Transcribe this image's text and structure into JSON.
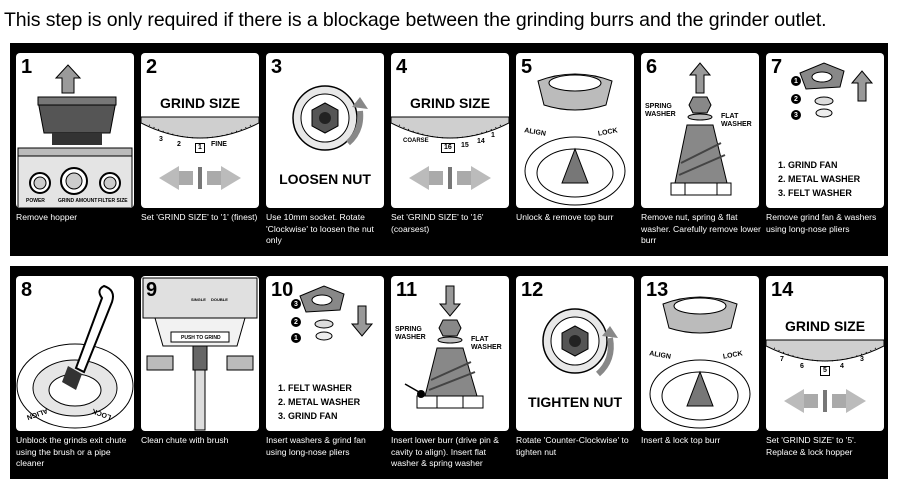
{
  "headline": "This step is only required if there is a blockage between the grinding burrs and the grinder outlet.",
  "steps": [
    {
      "num": "1",
      "caption": "Remove hopper",
      "labels": {
        "power": "POWER",
        "grind_amount": "GRIND AMOUNT",
        "filter_size": "FILTER SIZE"
      }
    },
    {
      "num": "2",
      "caption": "Set 'GRIND SIZE' to '1' (finest)",
      "title": "GRIND SIZE",
      "dial": {
        "left": "3",
        "mid": "2",
        "value": "1",
        "fine": "FINE"
      }
    },
    {
      "num": "3",
      "caption": "Use 10mm socket. Rotate 'Clockwise' to loosen the nut only",
      "title": "LOOSEN NUT"
    },
    {
      "num": "4",
      "caption": "Set 'GRIND SIZE' to '16' (coarsest)",
      "title": "GRIND SIZE",
      "dial": {
        "coarse": "COARSE",
        "value": "16",
        "a": "15",
        "b": "14",
        "c": "1"
      }
    },
    {
      "num": "5",
      "caption": "Unlock & remove top burr",
      "align": "ALIGN",
      "lock": "LOCK"
    },
    {
      "num": "6",
      "caption": "Remove nut, spring & flat washer. Carefully remove lower burr",
      "spring": "SPRING WASHER",
      "flat": "FLAT WASHER"
    },
    {
      "num": "7",
      "caption": "Remove grind fan & washers using long-nose pliers",
      "list": [
        "1. GRIND FAN",
        "2. METAL WASHER",
        "3. FELT WASHER"
      ],
      "marks": [
        "1",
        "2",
        "3"
      ]
    },
    {
      "num": "8",
      "caption": "Unblock the grinds exit chute using the brush or a pipe cleaner",
      "align": "ALIGN",
      "lock": "LOCK"
    },
    {
      "num": "9",
      "caption": "Clean chute with brush",
      "push": "PUSH TO GRIND",
      "tabs": [
        "SINGLE",
        "DOUBLE"
      ]
    },
    {
      "num": "10",
      "caption": "Insert washers & grind fan using long-nose pliers",
      "list": [
        "1. FELT WASHER",
        "2. METAL WASHER",
        "3. GRIND FAN"
      ],
      "marks": [
        "3",
        "2",
        "1"
      ]
    },
    {
      "num": "11",
      "caption": "Insert lower burr (drive pin & cavity to align). Insert flat washer & spring washer",
      "spring": "SPRING WASHER",
      "flat": "FLAT WASHER"
    },
    {
      "num": "12",
      "caption": "Rotate 'Counter-Clockwise' to tighten nut",
      "title": "TIGHTEN NUT"
    },
    {
      "num": "13",
      "caption": "Insert & lock top burr",
      "align": "ALIGN",
      "lock": "LOCK"
    },
    {
      "num": "14",
      "caption": "Set 'GRIND SIZE' to '5'. Replace & lock hopper",
      "title": "GRIND SIZE",
      "dial": {
        "a": "7",
        "b": "6",
        "value": "5",
        "c": "4",
        "d": "3"
      }
    }
  ]
}
